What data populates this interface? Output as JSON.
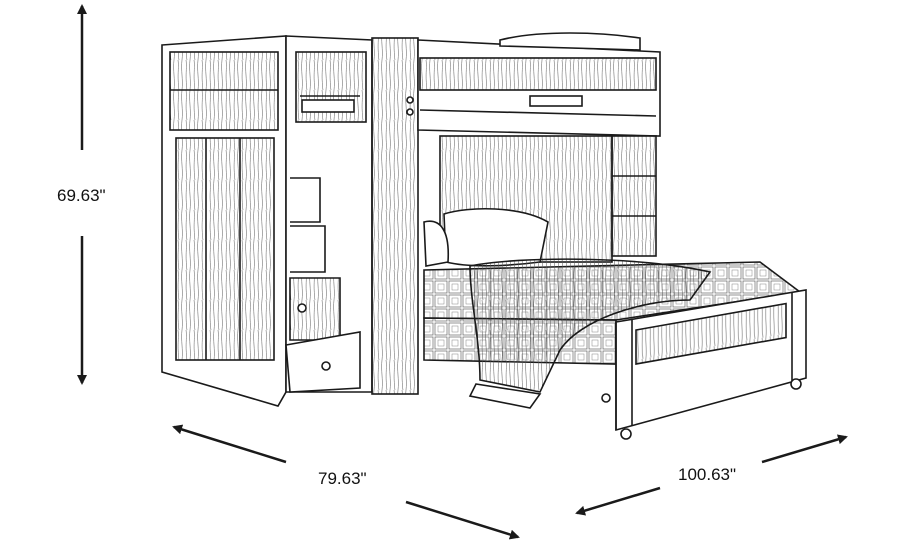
{
  "dimensions": {
    "height": "69.63\"",
    "depth": "79.63\"",
    "width": "100.63\""
  },
  "colors": {
    "line": "#1a1a1a",
    "paper": "#ffffff"
  }
}
